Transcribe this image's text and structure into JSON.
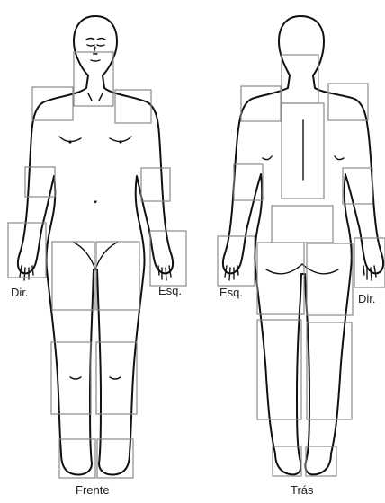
{
  "figure": {
    "labels": {
      "front_title": "Frente",
      "back_title": "Trás",
      "front_right_side": "Dir.",
      "front_left_side": "Esq.",
      "back_left_side": "Esq.",
      "back_right_side": "Dir."
    }
  },
  "regions": {
    "front": [
      "head-neck",
      "right-shoulder",
      "left-shoulder",
      "right-elbow",
      "left-elbow",
      "right-wrist-hand",
      "left-wrist-hand",
      "right-hip-thigh",
      "left-hip-thigh",
      "right-knee",
      "left-knee",
      "right-ankle-foot",
      "left-ankle-foot"
    ],
    "back": [
      "neck",
      "left-shoulder",
      "right-shoulder",
      "upper-back",
      "left-elbow",
      "right-elbow",
      "lower-back",
      "left-wrist-hand",
      "right-wrist-hand",
      "left-hip-thigh",
      "right-hip-thigh",
      "left-knee",
      "right-knee",
      "left-ankle-foot",
      "right-ankle-foot"
    ]
  }
}
